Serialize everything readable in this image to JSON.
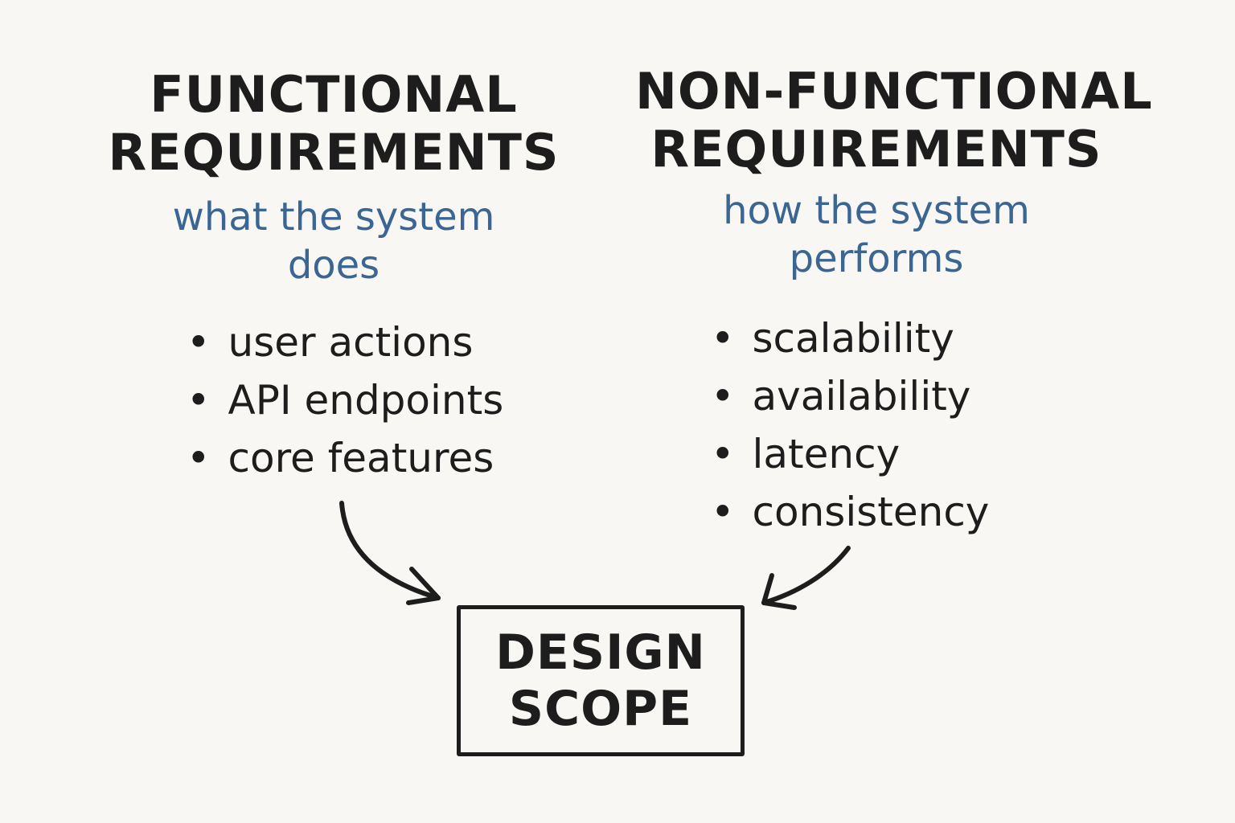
{
  "colors": {
    "background": "#f8f7f3",
    "ink": "#1d1d1d",
    "accent": "#3b6592"
  },
  "functional": {
    "title_lines": [
      "FUNCTIONAL",
      "REQUIREMENTS"
    ],
    "subtitle_lines": [
      "what the system",
      "does"
    ],
    "items": [
      "user actions",
      "API endpoints",
      "core features"
    ]
  },
  "non_functional": {
    "title_lines": [
      "NON-FUNCTIONAL",
      "REQUIREMENTS"
    ],
    "subtitle_lines": [
      "how the system",
      "performs"
    ],
    "items": [
      "scalability",
      "availability",
      "latency",
      "consistency"
    ]
  },
  "result": {
    "lines": [
      "DESIGN",
      "SCOPE"
    ]
  }
}
